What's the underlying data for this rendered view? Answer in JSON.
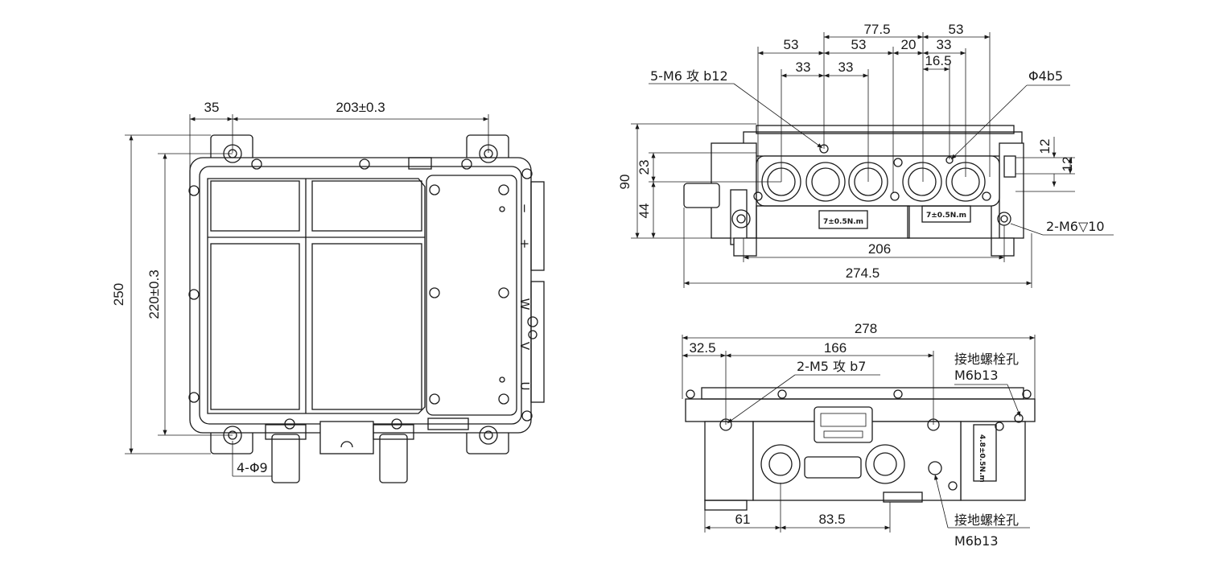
{
  "top_view": {
    "dim_35": "35",
    "dim_203": "203±0.3",
    "dim_250": "250",
    "dim_220": "220±0.3",
    "hole_callout": "4-Φ9",
    "terminals": [
      "−",
      "+",
      "W",
      "V",
      "U"
    ]
  },
  "side_view": {
    "dim_77_5": "77.5",
    "dim_53_a": "53",
    "dim_53_b": "53",
    "dim_53_c": "53",
    "dim_20": "20",
    "dim_33_a": "33",
    "dim_33_b": "33",
    "dim_33_c": "33",
    "dim_16_5": "16.5",
    "callout_m6": "5-M6 攻 b12",
    "callout_phi4": "Φ4b5",
    "dim_12_a": "12",
    "dim_12_b": "12",
    "dim_90": "90",
    "dim_23": "23",
    "dim_44": "44",
    "callout_m6_10": "2-M6▽10",
    "dim_206": "206",
    "dim_274_5": "274.5",
    "torque_a": "7±0.5N.m",
    "torque_b": "7±0.5N.m"
  },
  "end_view": {
    "dim_278": "278",
    "dim_32_5": "32.5",
    "dim_166": "166",
    "callout_m5": "2-M5 攻 b7",
    "ground_label_top": "接地螺栓孔",
    "ground_spec_top": "M6b13",
    "ground_label_bottom": "接地螺栓孔",
    "ground_spec_bottom": "M6b13",
    "torque_c": "4.8±0.5N.m",
    "dim_61": "61",
    "dim_83_5": "83.5"
  }
}
